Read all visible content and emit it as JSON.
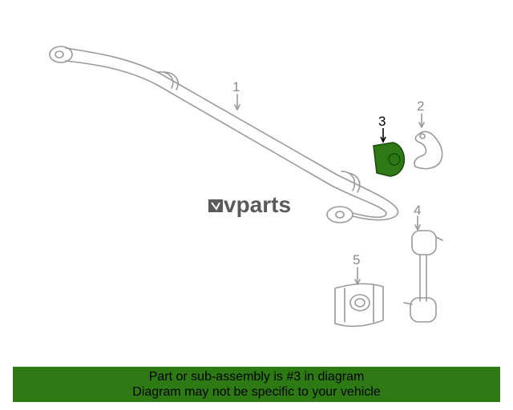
{
  "callouts": {
    "part_1": "1",
    "part_2": "2",
    "part_3": "3",
    "part_4": "4",
    "part_5": "5"
  },
  "highlighted_part": "3",
  "watermark": "vparts",
  "banner": {
    "line1": "Part or sub-assembly is #3 in diagram",
    "line2": "Diagram may not be specific to your vehicle"
  },
  "colors": {
    "highlight": "#2d7a14",
    "banner_bg": "#2d7a14",
    "line_art": "#9a9a9a",
    "watermark": "#5a5a5a"
  }
}
